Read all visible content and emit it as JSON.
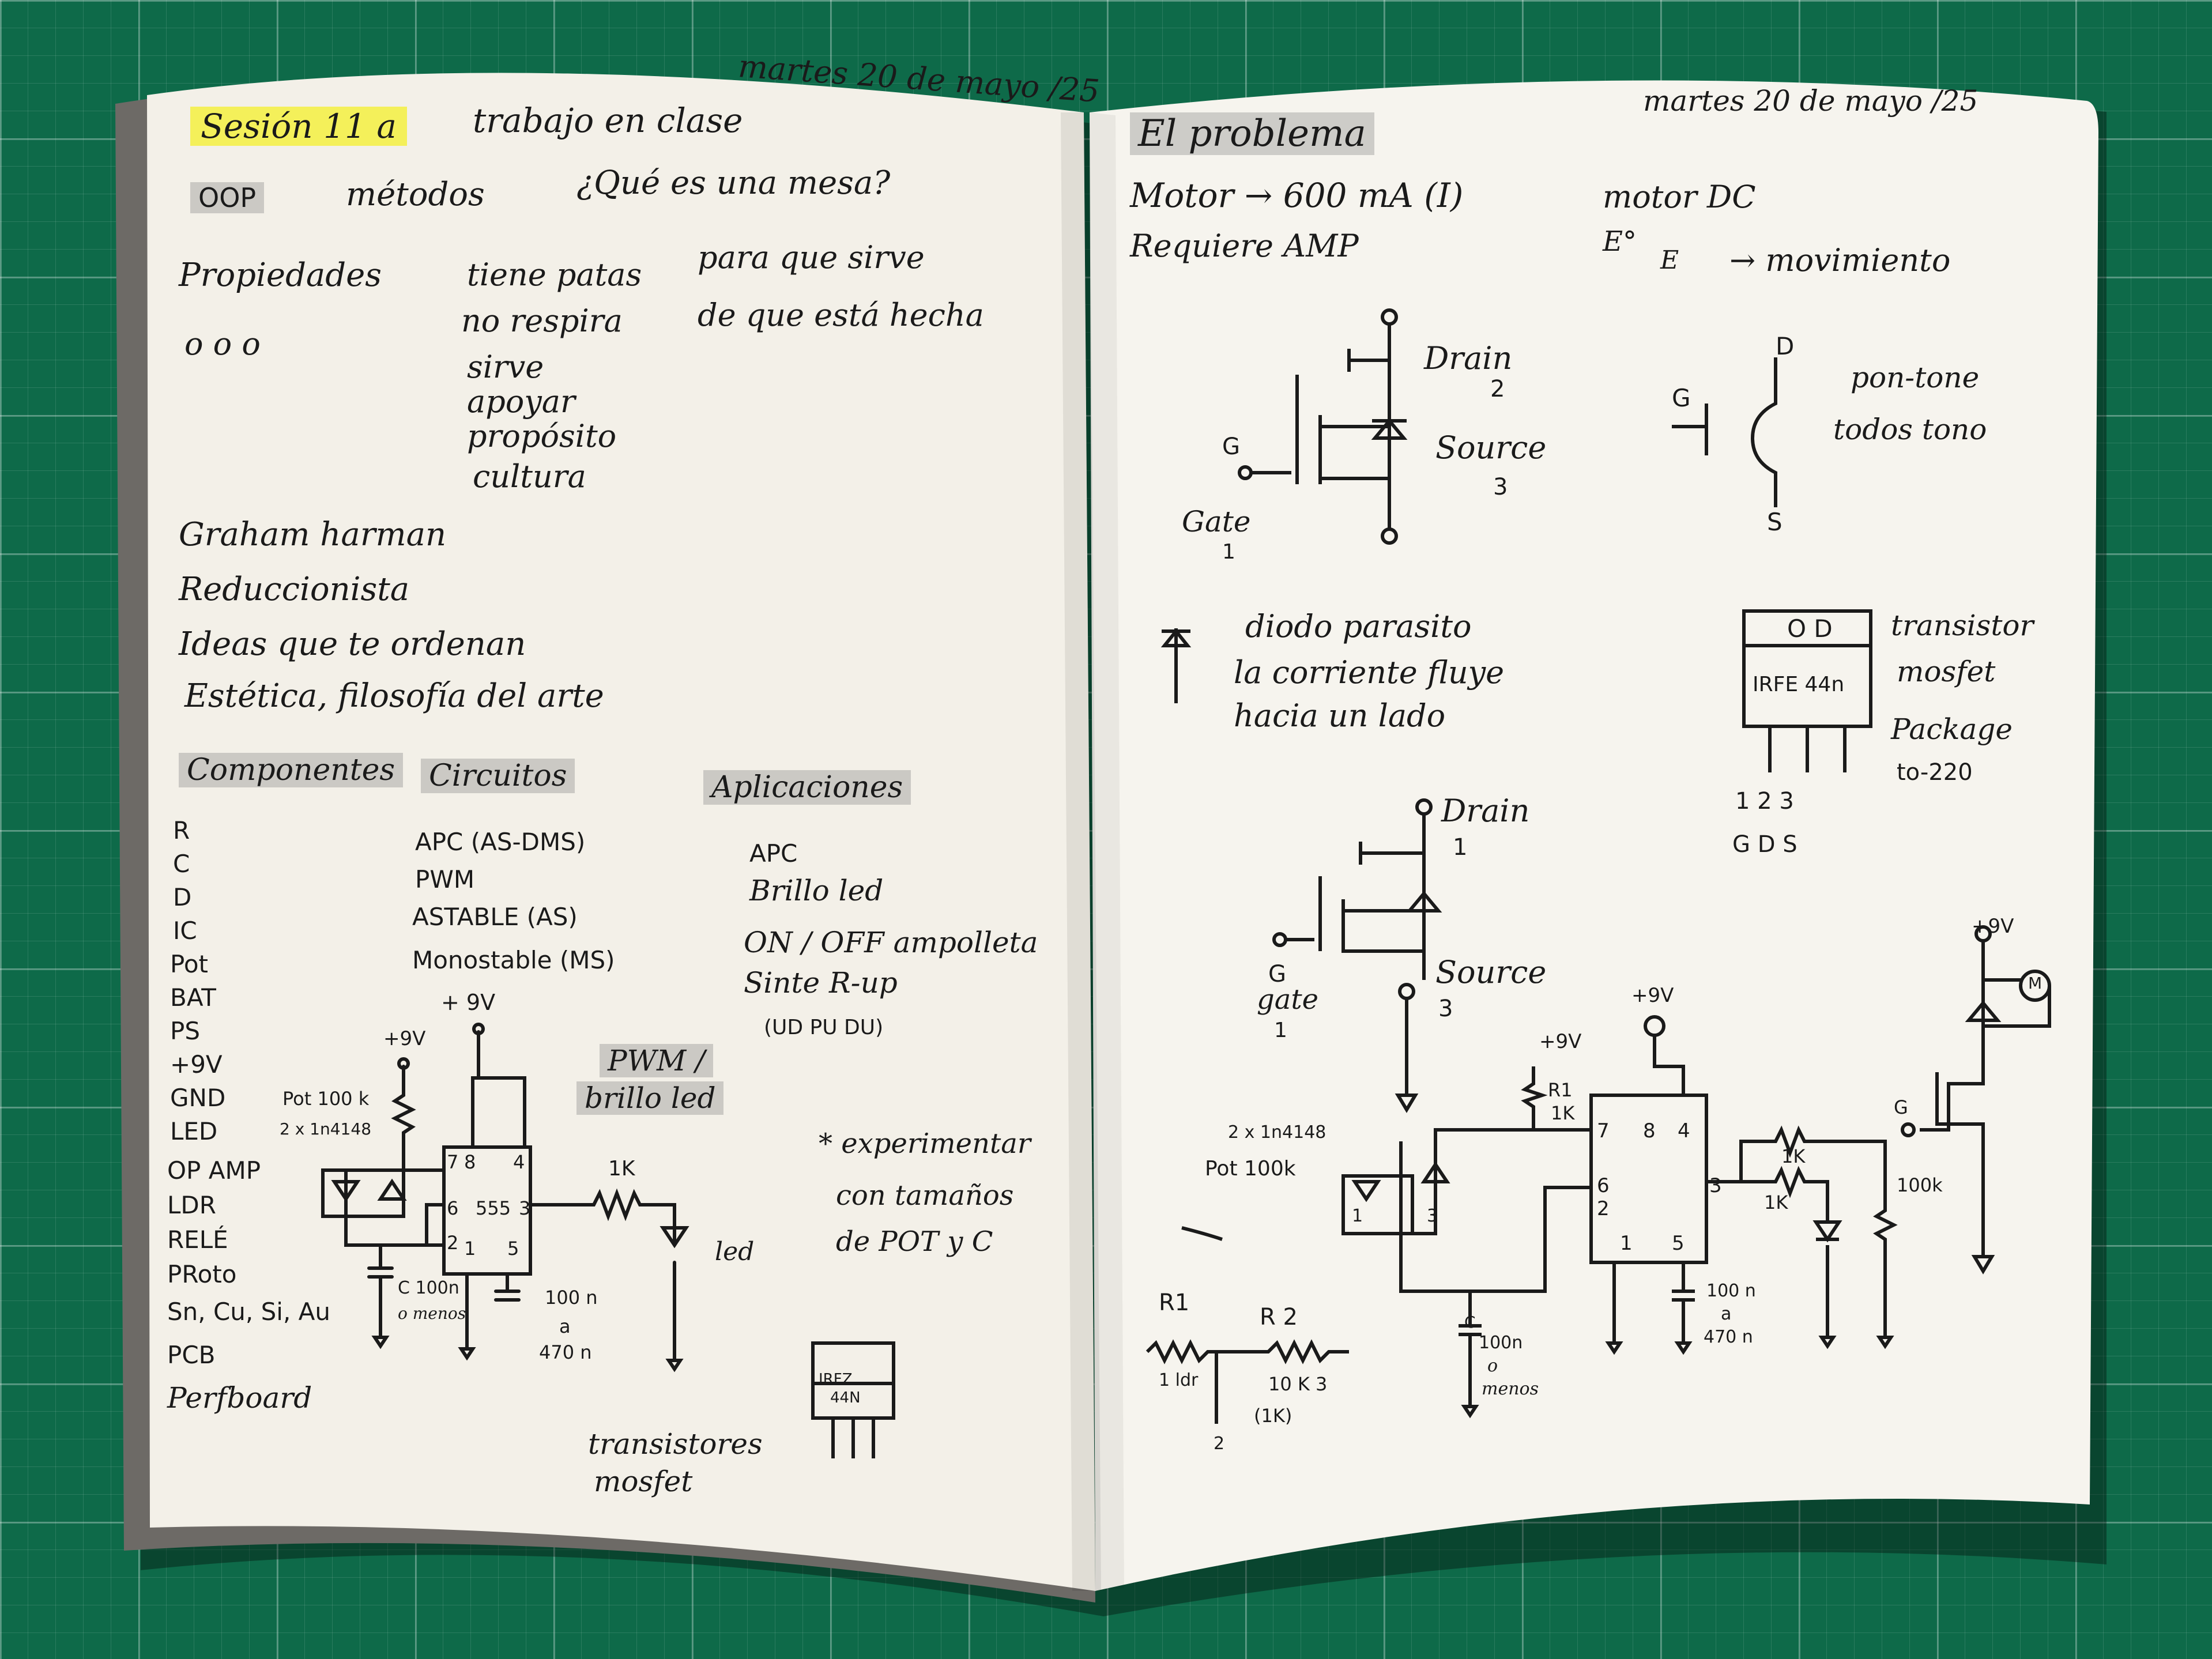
{
  "left_page": {
    "date": "martes 20 de mayo /25",
    "session": "Sesión 11 a",
    "class_title": "trabajo en clase",
    "oop": "OOP",
    "metodos": "métodos",
    "question": "¿Qué es una mesa?",
    "propiedades": "Propiedades",
    "circles": "o   o   o",
    "list1": [
      "tiene patas",
      "no respira",
      "sirve",
      "apoyar",
      "propósito",
      "cultura"
    ],
    "para_que": "para que sirve",
    "de_que": "de que está hecha",
    "thoughts": [
      "Graham harman",
      "Reduccionista",
      "Ideas que te ordenan",
      "Estética, filosofía del arte"
    ],
    "components_header": "Componentes",
    "circuits_header": "Circuitos",
    "apps_header": "Aplicaciones",
    "components": [
      "R",
      "C",
      "D",
      "IC",
      "Pot",
      "BAT",
      "PS",
      "+9V",
      "GND",
      "LED",
      "OP AMP",
      "LDR",
      "RELÉ",
      "PRoto",
      "Sn, Cu, Si, Au",
      "PCB",
      "Perfboard"
    ],
    "circuits": [
      "APC (AS-DMS)",
      "PWM",
      "ASTABLE (AS)",
      "Monostable (MS)"
    ],
    "apps": [
      "APC",
      "Brillo led",
      "ON / OFF ampolleta",
      "Sinte R-up",
      "(UD PU DU)"
    ],
    "pwm_title": "PWM /",
    "pwm_sub": "brillo led",
    "experiment": [
      "* experimentar",
      "con tamaños",
      "de POT y C"
    ],
    "schematic": {
      "plus9v_a": "+9V",
      "plus9v_b": "+ 9V",
      "pot": "Pot 100 k",
      "diodes": "2 x 1n4148",
      "chip_pins": [
        "7",
        "8",
        "4",
        "6",
        "555",
        "3",
        "2",
        "1",
        "5"
      ],
      "r1k": "1K",
      "led": "led",
      "c1": "C 100n",
      "c1b": "o menos",
      "c2": "100 n",
      "c2b": "a",
      "c2c": "470 n"
    },
    "irfz": [
      "IRFZ",
      "44N"
    ],
    "transistor_label": [
      "transistores",
      "mosfet"
    ]
  },
  "right_page": {
    "date": "martes 20 de mayo /25",
    "problem": "El problema",
    "motor_line": "Motor → 600 mA (I)",
    "motor_dc": "motor DC",
    "requires": "Requiere AMP",
    "energy": "E°",
    "energy_e": "E",
    "movement": "→ movimiento",
    "mosfet1": {
      "drain": "Drain",
      "drain_n": "2",
      "source": "Source",
      "source_n": "3",
      "g": "G",
      "gate": "Gate",
      "gate_n": "1"
    },
    "symbol": {
      "d": "D",
      "g": "G",
      "s": "S",
      "note1": "pon-tone",
      "note2": "todos tono"
    },
    "diode_note": [
      "diodo parasito",
      "la corriente fluye",
      "hacia un lado"
    ],
    "package": {
      "pins_top": "O D",
      "name": "IRFE 44n",
      "pins": "1   2   3",
      "gds": "G   D   S",
      "label1": "transistor",
      "label2": "mosfet",
      "label3": "Package",
      "label4": "to-220"
    },
    "mosfet2": {
      "drain": "Drain",
      "drain_n": "1",
      "source": "Source",
      "source_n": "3",
      "g": "G",
      "gate": "gate",
      "gate_n": "1"
    },
    "circuit": {
      "v1": "+9V",
      "v2": "+9V",
      "v3": "+9V",
      "r1": "R1",
      "r1v": "1K",
      "diodes": "2 x 1n4148",
      "pot": "Pot 100k",
      "pins": [
        "7",
        "8",
        "4",
        "6",
        "2",
        "1",
        "5",
        "3"
      ],
      "p1": "1",
      "p3": "3",
      "rk1": "1K",
      "rk2": "1K",
      "r100k": "100k",
      "c": "C",
      "c100n": "100n",
      "cmenos": "o",
      "cmenos2": "menos",
      "c2": "100 n",
      "c2a": "a",
      "c2b": "470 n",
      "g": "G",
      "m": "M"
    },
    "divider": {
      "r1": "R1",
      "r2": "R 2",
      "ldr": "1 ldr",
      "r10k": "10 K 3",
      "r1k": "(1K)",
      "n2": "2"
    }
  }
}
